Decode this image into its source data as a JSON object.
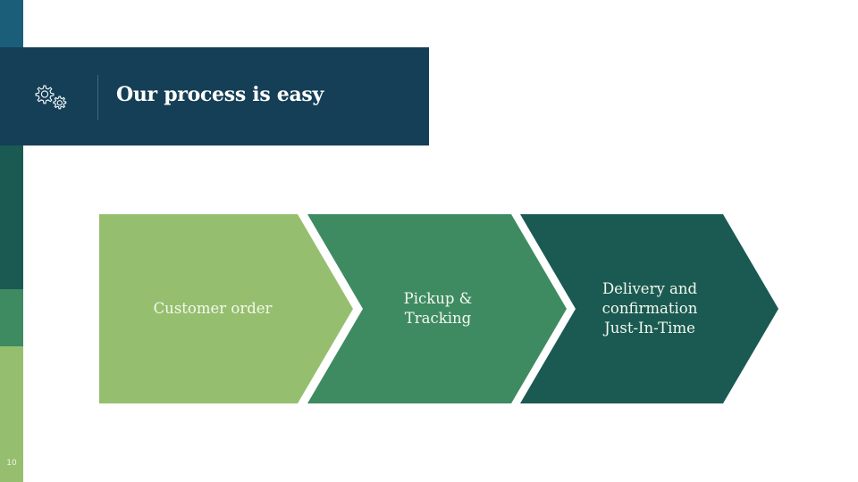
{
  "slide": {
    "title": "Our process is easy",
    "page_number": "10",
    "header_icon": "gears-icon"
  },
  "colors": {
    "header_bg": "#143f56",
    "strip_blue": "#1b5e7a",
    "strip_dark_green": "#1a5a52",
    "strip_mid_green": "#3e8b62",
    "strip_light_green": "#95bf6e"
  },
  "process": {
    "steps": [
      {
        "label": "Customer order",
        "color": "#95bf6e"
      },
      {
        "label": "Pickup &\nTracking",
        "color": "#3e8b62"
      },
      {
        "label": "Delivery and\nconfirmation\nJust-In-Time",
        "color": "#1a5a52"
      }
    ]
  }
}
